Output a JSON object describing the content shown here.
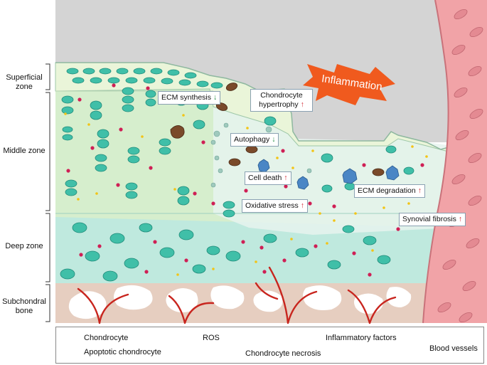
{
  "zones": {
    "superficial": "Superficial zone",
    "middle": "Middle zone",
    "deep": "Deep zone",
    "subchondral": "Subchondral bone"
  },
  "inflammation": "Inflammation",
  "callouts": {
    "ecm_synthesis": "ECM synthesis",
    "chondrocyte_hypertrophy": "Chondrocyte hypertrophy",
    "autophagy": "Autophagy",
    "cell_death": "Cell death",
    "oxidative_stress": "Oxidative stress",
    "ecm_degradation": "ECM degradation",
    "synovial_fibrosis": "Synovial fibrosis",
    "up_arrow": "↑",
    "down_arrow": "↓"
  },
  "legend": {
    "chondrocyte": "Chondrocyte",
    "ros": "ROS",
    "inflammatory_factors": "Inflammatory factors",
    "blood_vessels": "Blood vessels",
    "apoptotic_chondrocyte": "Apoptotic chondrocyte",
    "chondrocyte_necrosis": "Chondrocyte necrosis"
  },
  "colors": {
    "superficial_fill": "#eef7dc",
    "middle_fill": "#d8efcf",
    "deep_fill": "#bfe9dd",
    "bone_fill": "#e7cfc0",
    "joint_space": "#d3d3d3",
    "synovium": "#f3a5a8",
    "chondrocyte": "#3fbfa8",
    "ros": "#cf1f55",
    "inflammatory": "#f2c416",
    "vessel": "#c8251e",
    "apoptotic": "#7a4a2a",
    "necrosis": "#4a86c5",
    "inflammation_burst": "#f05a1e"
  }
}
